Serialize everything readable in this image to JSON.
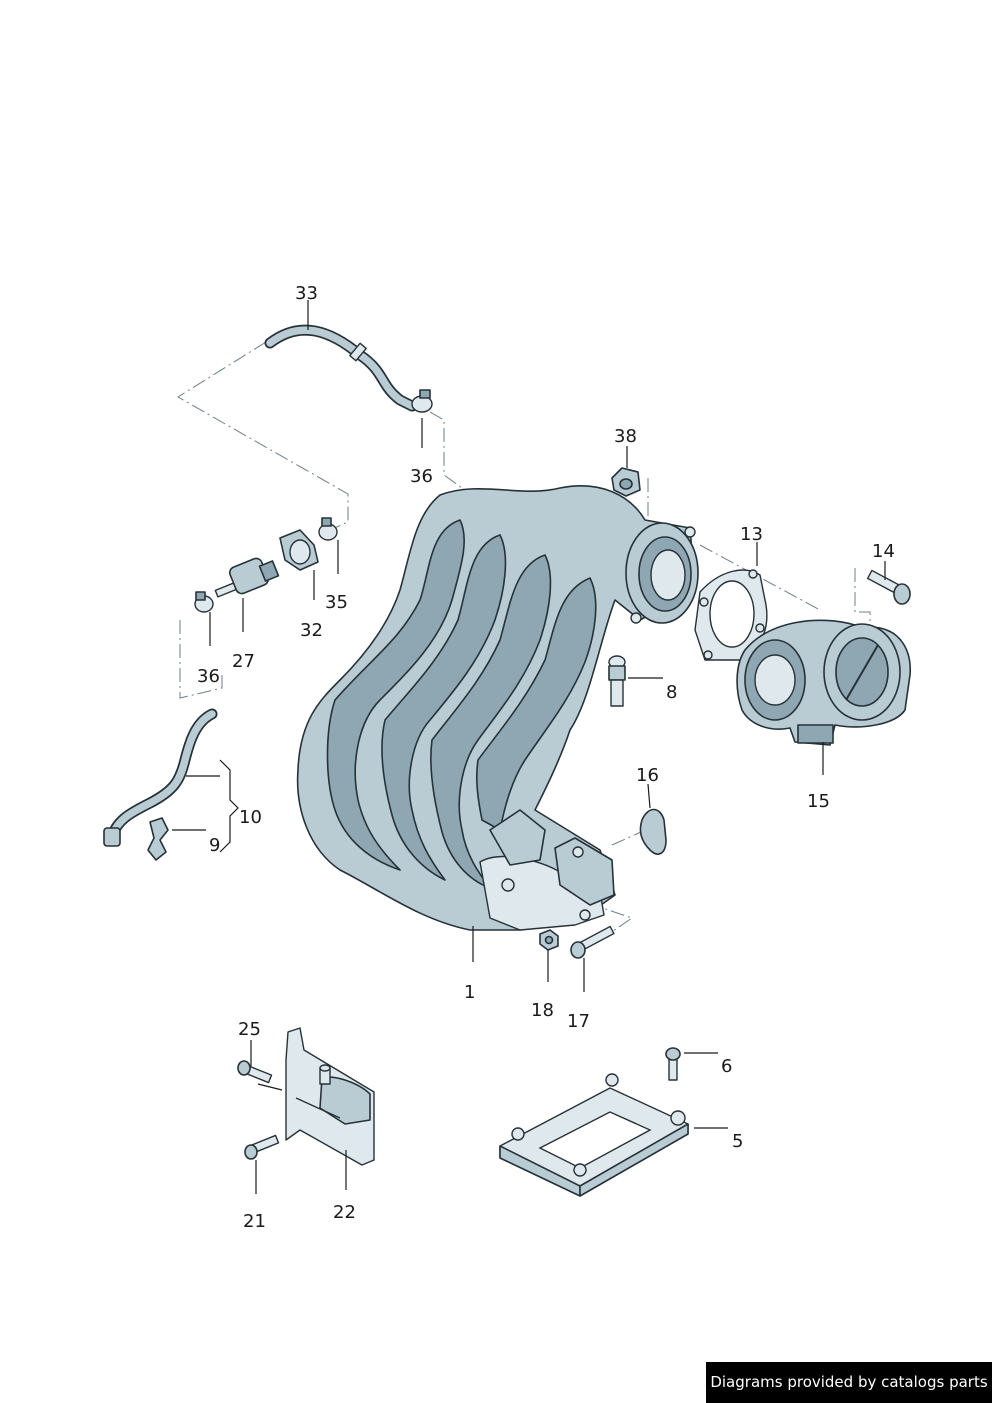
{
  "credit": "Diagrams provided by catalogs parts",
  "callouts": {
    "c1": "1",
    "c5": "5",
    "c6": "6",
    "c8": "8",
    "c9": "9",
    "c10": "10",
    "c13": "13",
    "c14": "14",
    "c15": "15",
    "c16": "16",
    "c17": "17",
    "c18": "18",
    "c21": "21",
    "c22": "22",
    "c25": "25",
    "c27": "27",
    "c32": "32",
    "c33": "33",
    "c35": "35",
    "c36a": "36",
    "c36b": "36",
    "c38": "38"
  },
  "colors": {
    "part_fill": "#b9ccd4",
    "outline": "#263238",
    "background": "#ffffff",
    "credit_bg": "#000000"
  }
}
